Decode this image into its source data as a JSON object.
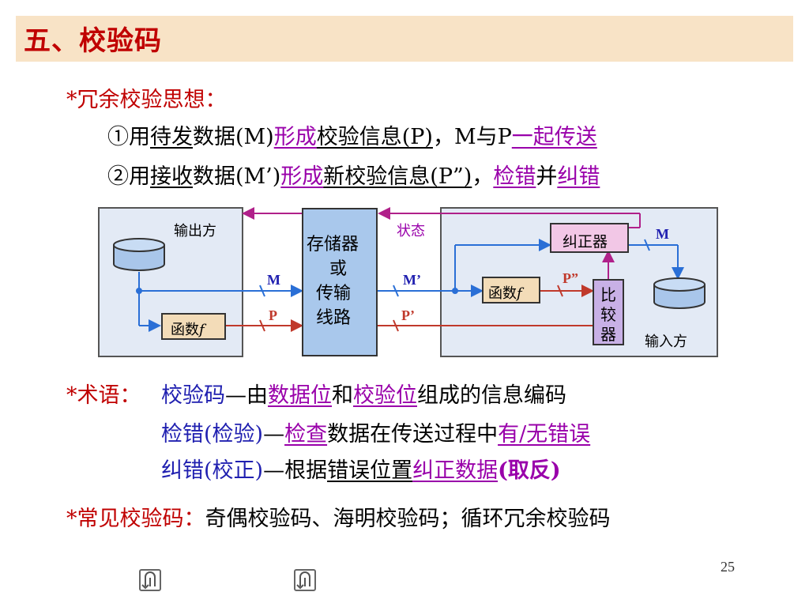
{
  "title": "五、校验码",
  "idea": {
    "head": "*冗余校验思想：",
    "l1": {
      "a": "①用",
      "b": "待发",
      "c": "数据(M)",
      "d": "形成",
      "e": "校验信息(P)",
      "f": "，M与P",
      "g": "一起传送"
    },
    "l2": {
      "a": "②用",
      "b": "接收",
      "c": "数据(M’)",
      "d": "形成",
      "e": "新校验信息(P”)",
      "f": "，",
      "g": "检错",
      "h": "并",
      "i": "纠错"
    }
  },
  "diagram": {
    "sender": "输出方",
    "receiver": "输入方",
    "storage": [
      "存储器",
      "或",
      "传输",
      "线路"
    ],
    "status": "状态",
    "func_send": "函数",
    "func_recv": "函数",
    "func_var": "f",
    "corrector": "纠正器",
    "comparator": [
      "比",
      "较",
      "器"
    ],
    "M": "M",
    "P": "P",
    "M_recv": "M’",
    "P_recv": "P’",
    "P_new": "P”",
    "M_out": "M"
  },
  "terms": {
    "head": "*术语：",
    "t1": {
      "a": "校验码",
      "b": "—由",
      "c": "数据位",
      "d": "和",
      "e": "校验位",
      "f": "组成的信息编码"
    },
    "t2": {
      "a": "检错(检验)",
      "b": "—",
      "c": "检查",
      "d": "数据在传送过程中",
      "e": "有/无错误"
    },
    "t3": {
      "a": "纠错(校正)",
      "b": "—根据",
      "c": "错误位置",
      "d": "纠正数据",
      "e": "(取反)"
    }
  },
  "common": {
    "head": "*常见校验码：",
    "body": "奇偶校验码、海明校验码；循环冗余校验码"
  },
  "page_number": "25",
  "colors": {
    "title_bg": "#f8e3c6",
    "red": "#c00000",
    "blue": "#2020b0",
    "magenta": "#9900aa"
  }
}
